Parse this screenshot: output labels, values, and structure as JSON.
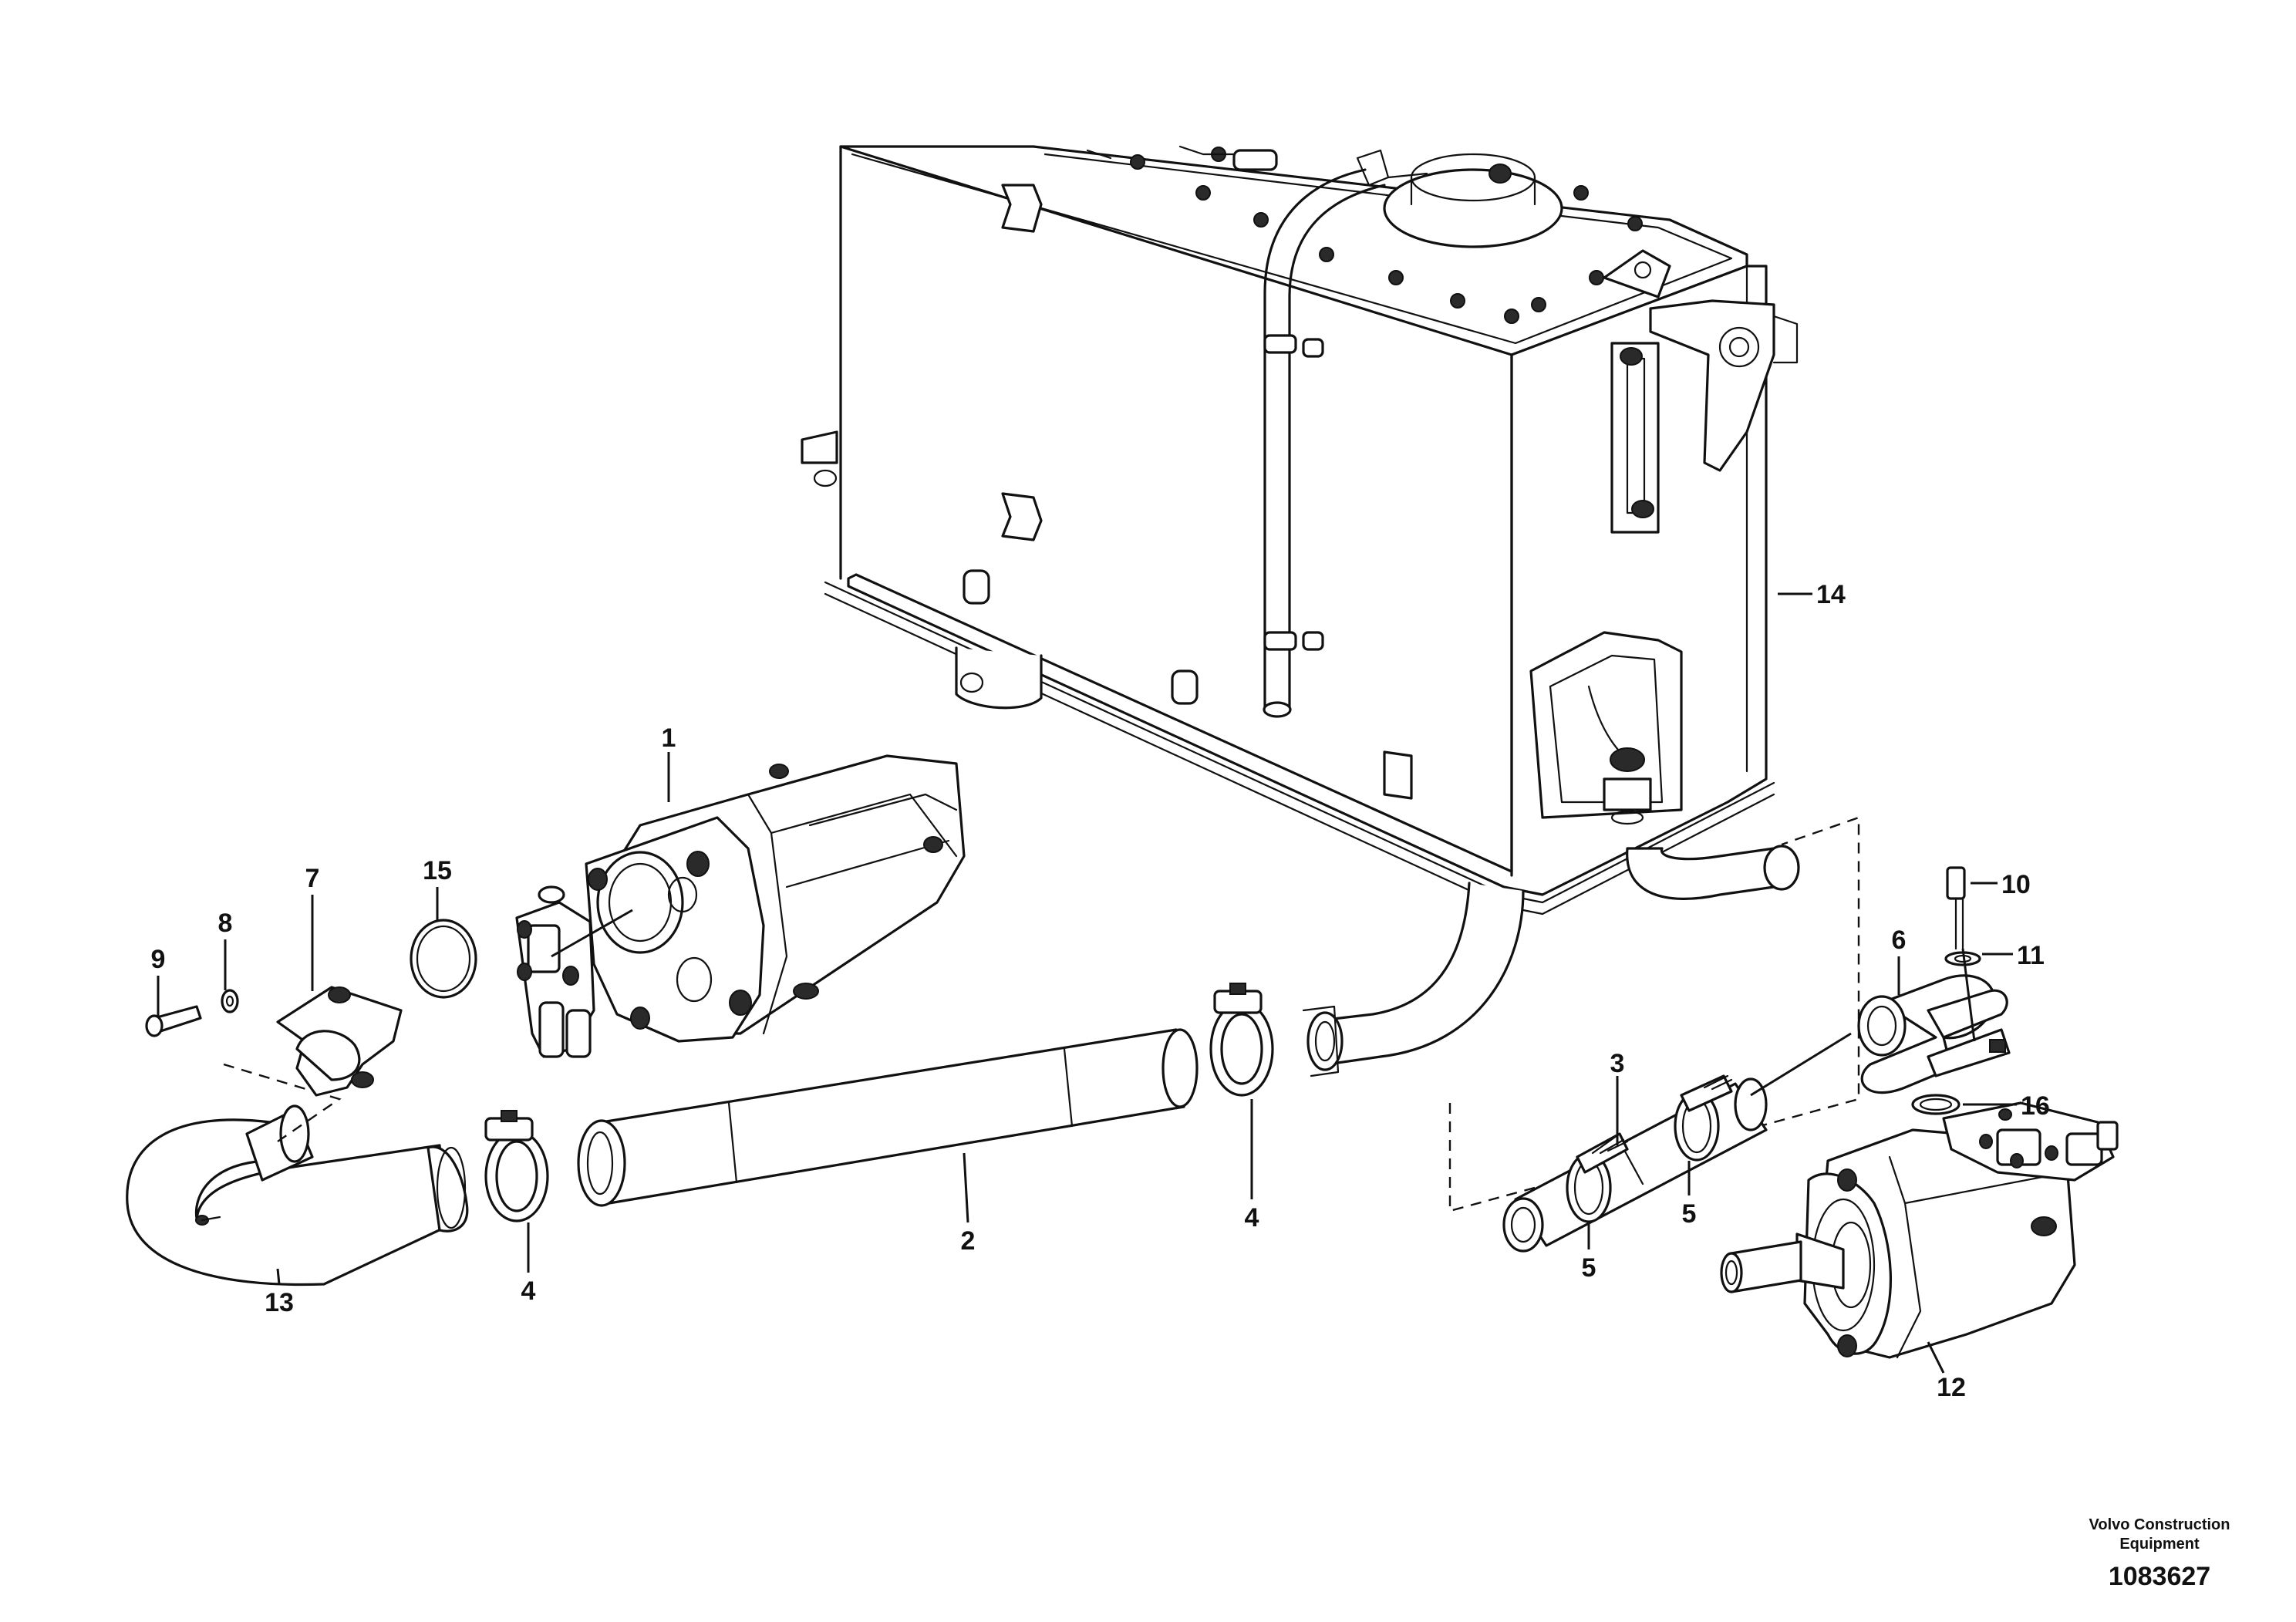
{
  "diagram": {
    "part_labels": [
      "1",
      "2",
      "3",
      "4",
      "4",
      "5",
      "5",
      "6",
      "7",
      "8",
      "9",
      "10",
      "11",
      "12",
      "13",
      "14",
      "15",
      "16"
    ],
    "credit": {
      "line1": "Volvo Construction",
      "line2": "Equipment",
      "drawing_number": "1083627"
    }
  }
}
